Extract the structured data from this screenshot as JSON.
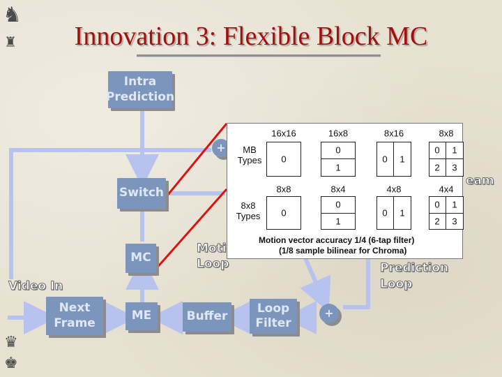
{
  "slide": {
    "title": "Innovation 3: Flexible Block MC"
  },
  "diagram": {
    "blocks": {
      "intra": "Intra Prediction",
      "switch": "Switch",
      "mc": "MC",
      "next_frame": "Next Frame",
      "me": "ME",
      "buffer": "Buffer",
      "loop_filter": "Loop Filter"
    },
    "labels": {
      "video_in": "Video In",
      "motion_loop": "Motion Loop",
      "prediction_loop": "Prediction Loop",
      "stream": "eam"
    },
    "symbols": {
      "plus": "+"
    }
  },
  "panel": {
    "row1_label": "MB Types",
    "row2_label": "8x8 Types",
    "mb": [
      {
        "header": "16x16",
        "parts": [
          "0"
        ]
      },
      {
        "header": "16x8",
        "parts": [
          "0",
          "1"
        ]
      },
      {
        "header": "8x16",
        "parts": [
          "0",
          "1"
        ]
      },
      {
        "header": "8x8",
        "parts": [
          "0",
          "1",
          "2",
          "3"
        ]
      }
    ],
    "sub": [
      {
        "header": "8x8",
        "parts": [
          "0"
        ]
      },
      {
        "header": "8x4",
        "parts": [
          "0",
          "1"
        ]
      },
      {
        "header": "4x8",
        "parts": [
          "0",
          "1"
        ]
      },
      {
        "header": "4x4",
        "parts": [
          "0",
          "1",
          "2",
          "3"
        ]
      }
    ],
    "note_line1": "Motion vector accuracy 1/4 (6-tap filter)",
    "note_line2": "(1/8 sample bilinear for Chroma)"
  },
  "colors": {
    "block_fill": "#7b95bd",
    "arrow": "#b8c2ee",
    "title": "#a01010",
    "pointer": "#dd1111"
  }
}
